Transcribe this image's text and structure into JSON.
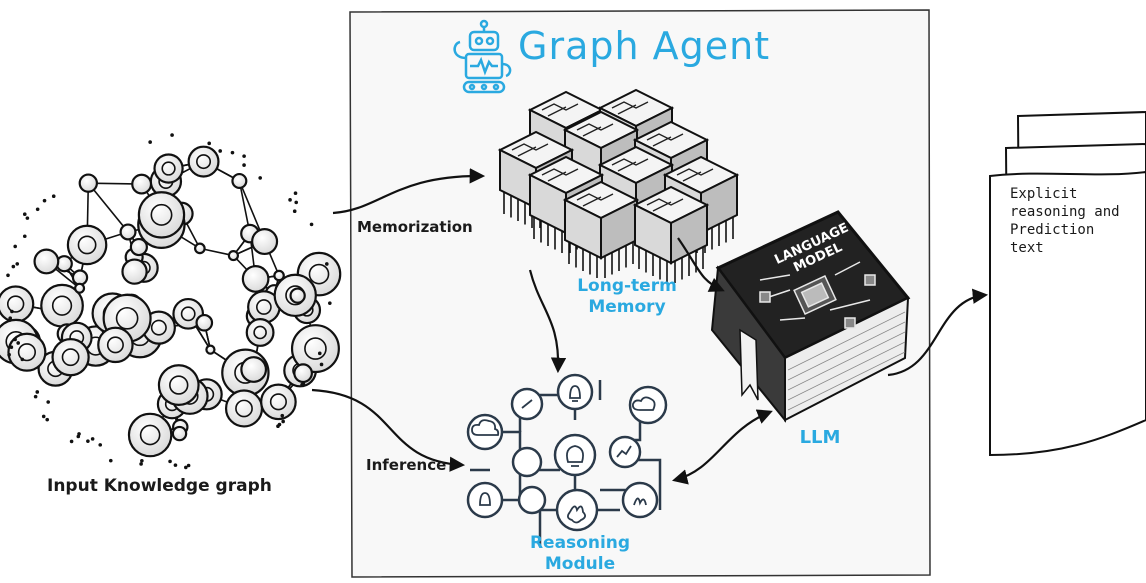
{
  "title": "Graph Agent",
  "labels": {
    "memorization": "Memorization",
    "inference": "Inference",
    "input_graph": "Input Knowledge graph",
    "long_term_memory_1": "Long-term",
    "long_term_memory_2": "Memory",
    "llm": "LLM",
    "reasoning_1": "Reasoning",
    "reasoning_2": "Module",
    "book_title_1": "LANGUAGE",
    "book_title_2": "MODEL"
  },
  "output_text": "Explicit reasoning and Prediction text",
  "colors": {
    "accent": "#2aa9e0",
    "ink": "#1a1a1a"
  },
  "icons": [
    "robot-icon",
    "knowledge-graph-illustration",
    "memory-blocks-illustration",
    "language-model-book-illustration",
    "reasoning-network-illustration",
    "document-stack-icon"
  ]
}
